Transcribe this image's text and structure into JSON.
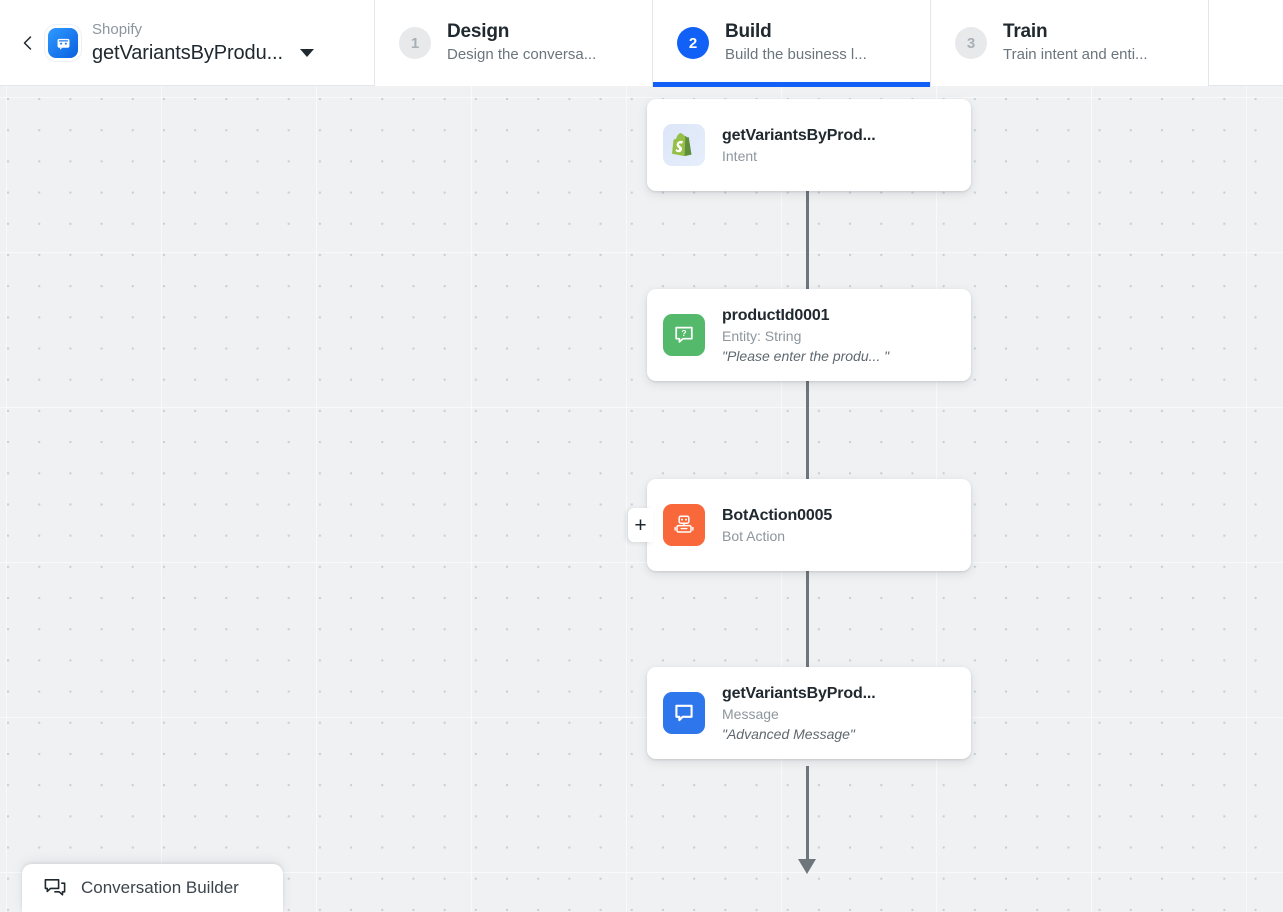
{
  "header": {
    "back_icon": "chevron-left-icon",
    "app_logo_icon": "bot-chat-logo-icon",
    "brand_label": "Shopify",
    "bot_name": "getVariantsByProdu...",
    "dropdown_icon": "chevron-down-icon",
    "steps": [
      {
        "number": "1",
        "title": "Design",
        "subtitle": "Design the conversa...",
        "active": false
      },
      {
        "number": "2",
        "title": "Build",
        "subtitle": "Build the business l...",
        "active": true
      },
      {
        "number": "3",
        "title": "Train",
        "subtitle": "Train intent and enti...",
        "active": false
      }
    ]
  },
  "canvas": {
    "nodes": [
      {
        "id": "intent-node",
        "icon": "shopify-bag-icon",
        "icon_kind": "shopify",
        "title": "getVariantsByProd...",
        "subtitle": "Intent",
        "quote": "",
        "has_plus_handle": false
      },
      {
        "id": "entity-node",
        "icon": "question-bubble-icon",
        "icon_kind": "entity",
        "title": "productId0001",
        "subtitle": "Entity: String",
        "quote": "\"Please enter the produ... \"",
        "has_plus_handle": false
      },
      {
        "id": "bot-action-node",
        "icon": "robot-icon",
        "icon_kind": "botaction",
        "title": "BotAction0005",
        "subtitle": "Bot Action",
        "quote": "",
        "has_plus_handle": true,
        "plus_label": "+"
      },
      {
        "id": "message-node",
        "icon": "message-bubble-icon",
        "icon_kind": "message",
        "title": "getVariantsByProd...",
        "subtitle": "Message",
        "quote": "\"Advanced Message\"",
        "has_plus_handle": false
      }
    ]
  },
  "bottom_panel": {
    "icon": "conversation-builder-icon",
    "label": "Conversation Builder"
  },
  "colors": {
    "accent_blue": "#1161f7",
    "entity_green": "#55b96b",
    "bot_action_orange": "#f9683a",
    "message_blue": "#2d76ec",
    "canvas_bg": "#eff1f3",
    "connector_gray": "#6e757b"
  }
}
